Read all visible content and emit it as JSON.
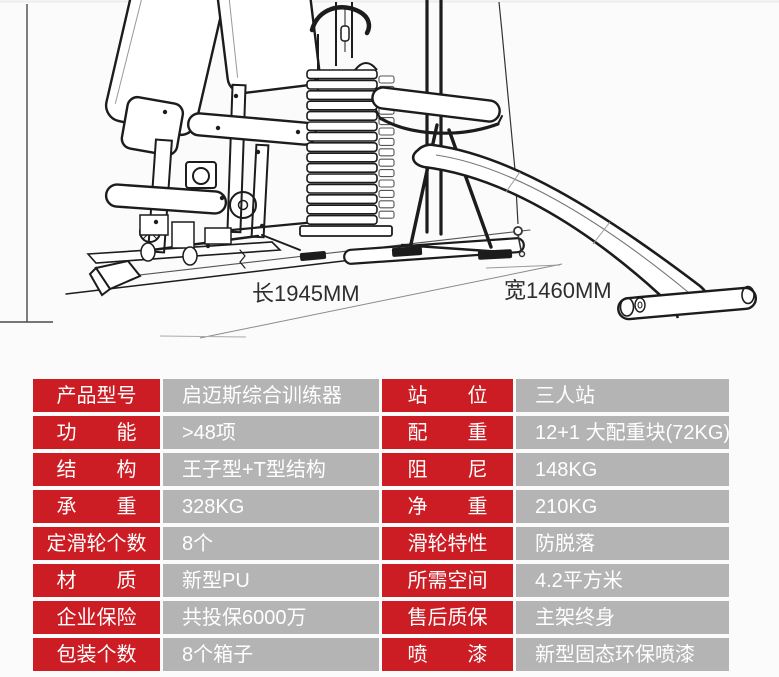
{
  "theme": {
    "accent_red": "#cb1d23",
    "cell_gray": "#b4b4b4",
    "page_bg": "#fbfbfb",
    "ink": "#1c1c1c"
  },
  "diagram": {
    "length_label": "长1945MM",
    "width_label": "宽1460MM"
  },
  "spec": {
    "left": [
      {
        "label": "产品型号",
        "value": "启迈斯综合训练器"
      },
      {
        "label": "功　　能",
        "value": ">48项"
      },
      {
        "label": "结　　构",
        "value": "王子型+T型结构"
      },
      {
        "label": "承　　重",
        "value": "328KG"
      },
      {
        "label": "定滑轮个数",
        "value": "8个"
      },
      {
        "label": "材　　质",
        "value": "新型PU"
      },
      {
        "label": "企业保险",
        "value": "共投保6000万"
      },
      {
        "label": "包装个数",
        "value": "8个箱子"
      }
    ],
    "right": [
      {
        "label": "站　　位",
        "value": "三人站"
      },
      {
        "label": "配　　重",
        "value": "12+1 大配重块(72KG)"
      },
      {
        "label": "阻　　尼",
        "value": "148KG"
      },
      {
        "label": "净　　重",
        "value": "210KG"
      },
      {
        "label": "滑轮特性",
        "value": "防脱落"
      },
      {
        "label": "所需空间",
        "value": "4.2平方米"
      },
      {
        "label": "售后质保",
        "value": "主架终身"
      },
      {
        "label": "喷　　漆",
        "value": "新型固态环保喷漆"
      }
    ]
  }
}
